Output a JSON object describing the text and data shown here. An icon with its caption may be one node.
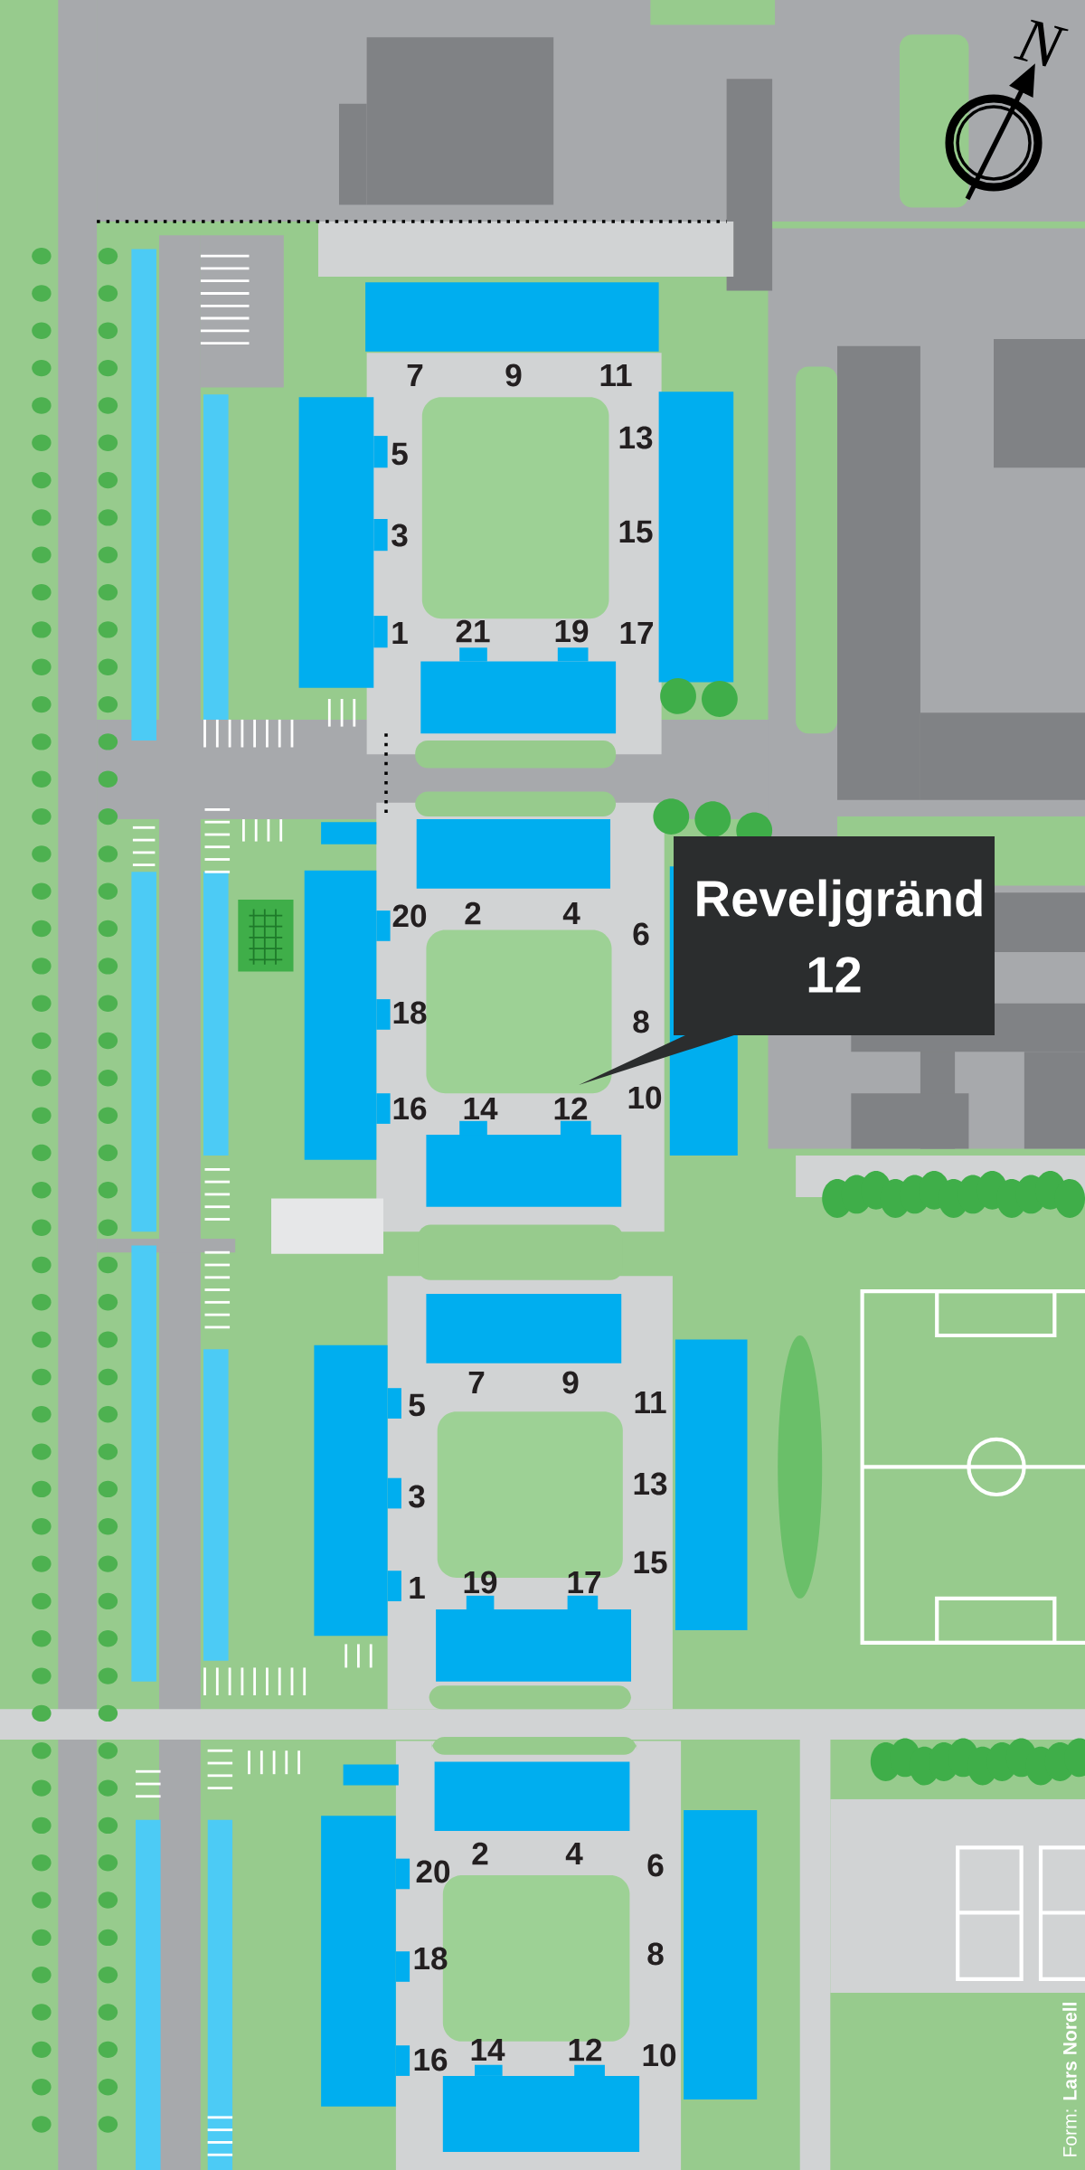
{
  "diagram": {
    "nodes": [
      {
        "text": [
          "Reveljgränd 12"
        ]
      }
    ],
    "labels": [
      "7",
      "9",
      "11",
      "13",
      "5",
      "15",
      "3",
      "21",
      "19",
      "1",
      "17",
      "2",
      "4",
      "20",
      "6",
      "18",
      "8",
      "10",
      "16",
      "14",
      "12",
      "7",
      "9",
      "11",
      "5",
      "13",
      "3",
      "15",
      "19",
      "17",
      "1",
      "2",
      "4",
      "6",
      "20",
      "8",
      "18",
      "14",
      "12",
      "10",
      "16",
      "N",
      "Form: **Lars Norell**"
    ]
  }
}
